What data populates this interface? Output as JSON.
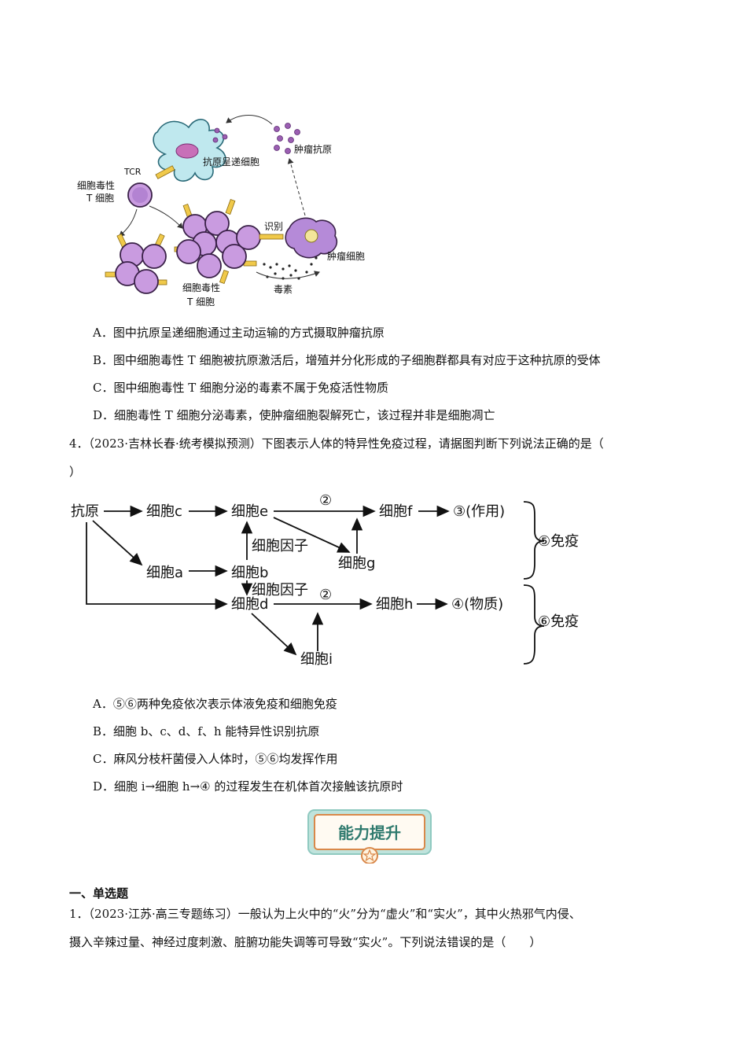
{
  "figure1": {
    "labels": {
      "apc": "抗原呈递细胞",
      "tumor_antigen": "肿瘤抗原",
      "tcr": "TCR",
      "ctl_top_line1": "细胞毒性",
      "ctl_top_line2": "T 细胞",
      "recognize": "识别",
      "tumor_cell": "肿瘤细胞",
      "ctl_bottom_line1": "细胞毒性",
      "ctl_bottom_line2": "T 细胞",
      "toxin": "毒素"
    }
  },
  "q3_options": [
    "A．图中抗原呈递细胞通过主动运输的方式摄取肿瘤抗原",
    "B．图中细胞毒性 T 细胞被抗原激活后，增殖并分化形成的子细胞群都具有对应于这种抗原的受体",
    "C．图中细胞毒性 T 细胞分泌的毒素不属于免疫活性物质",
    "D．细胞毒性 T 细胞分泌毒素，使肿瘤细胞裂解死亡，该过程并非是细胞凋亡"
  ],
  "q4": {
    "line1": "4．（2023·吉林长春·统考模拟预测）下图表示人体的特异性免疫过程，请据图判断下列说法正确的是（",
    "line2": "）"
  },
  "figure2": {
    "antigen": "抗原",
    "cell_c": "细胞c",
    "cell_e": "细胞e",
    "cell_f": "细胞f",
    "cell_a": "细胞a",
    "cell_b": "细胞b",
    "cell_g": "细胞g",
    "cell_d": "细胞d",
    "cell_h": "细胞h",
    "cell_i": "细胞i",
    "cytokine1": "细胞因子",
    "cytokine2": "细胞因子",
    "circle2_top": "②",
    "circle2_bottom": "②",
    "out3": "③(作用)",
    "out4": "④(物质)",
    "imm5": "⑤免疫",
    "imm6": "⑥免疫"
  },
  "q4_options": [
    "A．⑤⑥两种免疫依次表示体液免疫和细胞免疫",
    "B．细胞 b、c、d、f、h 能特异性识别抗原",
    "C．麻风分枝杆菌侵入人体时，⑤⑥均发挥作用",
    "D．细胞 i→细胞 h→④ 的过程发生在机体首次接触该抗原时"
  ],
  "badge": {
    "label": "能力提升",
    "accent": "#d9884a",
    "frame": "#8fc9c0"
  },
  "section_title": "一、单选题",
  "q1": {
    "line1": "1．（2023·江苏·高三专题练习）一般认为上火中的“火”分为“虚火”和“实火”，其中火热邪气内侵、",
    "line2": "摄入辛辣过量、神经过度刺激、脏腑功能失调等可导致“实火”。下列说法错误的是（　　）"
  }
}
